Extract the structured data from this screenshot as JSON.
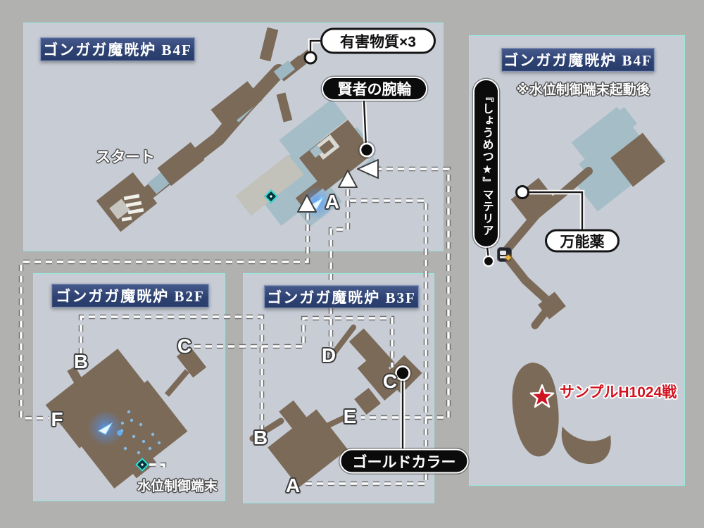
{
  "panels": {
    "b4f": {
      "title": "ゴンガガ魔晄炉 B4F"
    },
    "b2f": {
      "title": "ゴンガガ魔晄炉 B2F"
    },
    "b3f": {
      "title": "ゴンガガ魔晄炉 B3F"
    },
    "b4f_after": {
      "title": "ゴンガガ魔晄炉 B4F",
      "subtitle": "※水位制御端末起動後"
    }
  },
  "callouts": {
    "hazard": "有害物質×3",
    "sage_bracelet": "賢者の腕輪",
    "panacea": "万能薬",
    "gold_collar": "ゴールドカラー",
    "materia": "『しょうめつ★』マテリア"
  },
  "labels": {
    "start": "スタート",
    "water_terminal": "水位制御端末",
    "boss_battle": "サンプルH1024戦"
  },
  "letters": {
    "b4f_a": "A",
    "b2f_b": "B",
    "b2f_c": "C",
    "b2f_f": "F",
    "b3f_d": "D",
    "b3f_c": "C",
    "b3f_b": "B",
    "b3f_e": "E",
    "b3f_a": "A"
  },
  "icons": {
    "boss_star": "red-star",
    "rest_point": "bench",
    "treasure": "cyan-diamond",
    "player_position": "blue-arrow-glow",
    "item_marker_white": "white-circle",
    "item_marker_black": "black-circle",
    "route_arrow": "white-triangle"
  },
  "colors": {
    "outer_bg": "#b1b1af",
    "panel_bg": "#c7ccd5",
    "panel_border": "#96e9df",
    "title_blue": "#2e4373",
    "map_brown": "#7b6a58",
    "map_teal": "#a4bdc7",
    "alert_red": "#d21420",
    "dash_line": "#ffffff"
  }
}
